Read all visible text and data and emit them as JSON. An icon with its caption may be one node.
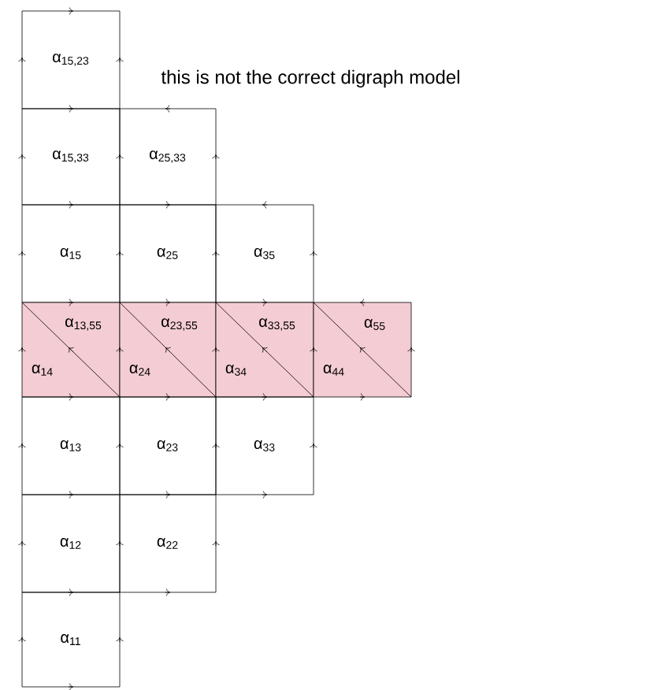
{
  "diagram": {
    "title": "this is not the correct digraph model",
    "nodes": [
      {
        "text": [
          "α$_{15,23}$"
        ]
      },
      {
        "text": [
          "α$_{15,33}$"
        ]
      },
      {
        "text": [
          "α$_{25,33}$"
        ]
      },
      {
        "text": [
          "α$_{15}$"
        ]
      },
      {
        "text": [
          "α$_{25}$"
        ]
      },
      {
        "text": [
          "α$_{35}$"
        ]
      },
      {
        "text": [
          "α$_{13,55}$",
          "α$_{14}$"
        ]
      },
      {
        "text": [
          "α$_{23,55}$",
          "α$_{24}$"
        ]
      },
      {
        "text": [
          "α$_{33,55}$",
          "α$_{34}$"
        ]
      },
      {
        "text": [
          "α$_{55}$",
          "α$_{44}$"
        ]
      },
      {
        "text": [
          "α$_{13}$"
        ]
      },
      {
        "text": [
          "α$_{23}$"
        ]
      },
      {
        "text": [
          "α$_{33}$"
        ]
      },
      {
        "text": [
          "α$_{12}$"
        ]
      },
      {
        "text": [
          "α$_{22}$"
        ]
      },
      {
        "text": [
          "α$_{11}$"
        ]
      }
    ]
  }
}
